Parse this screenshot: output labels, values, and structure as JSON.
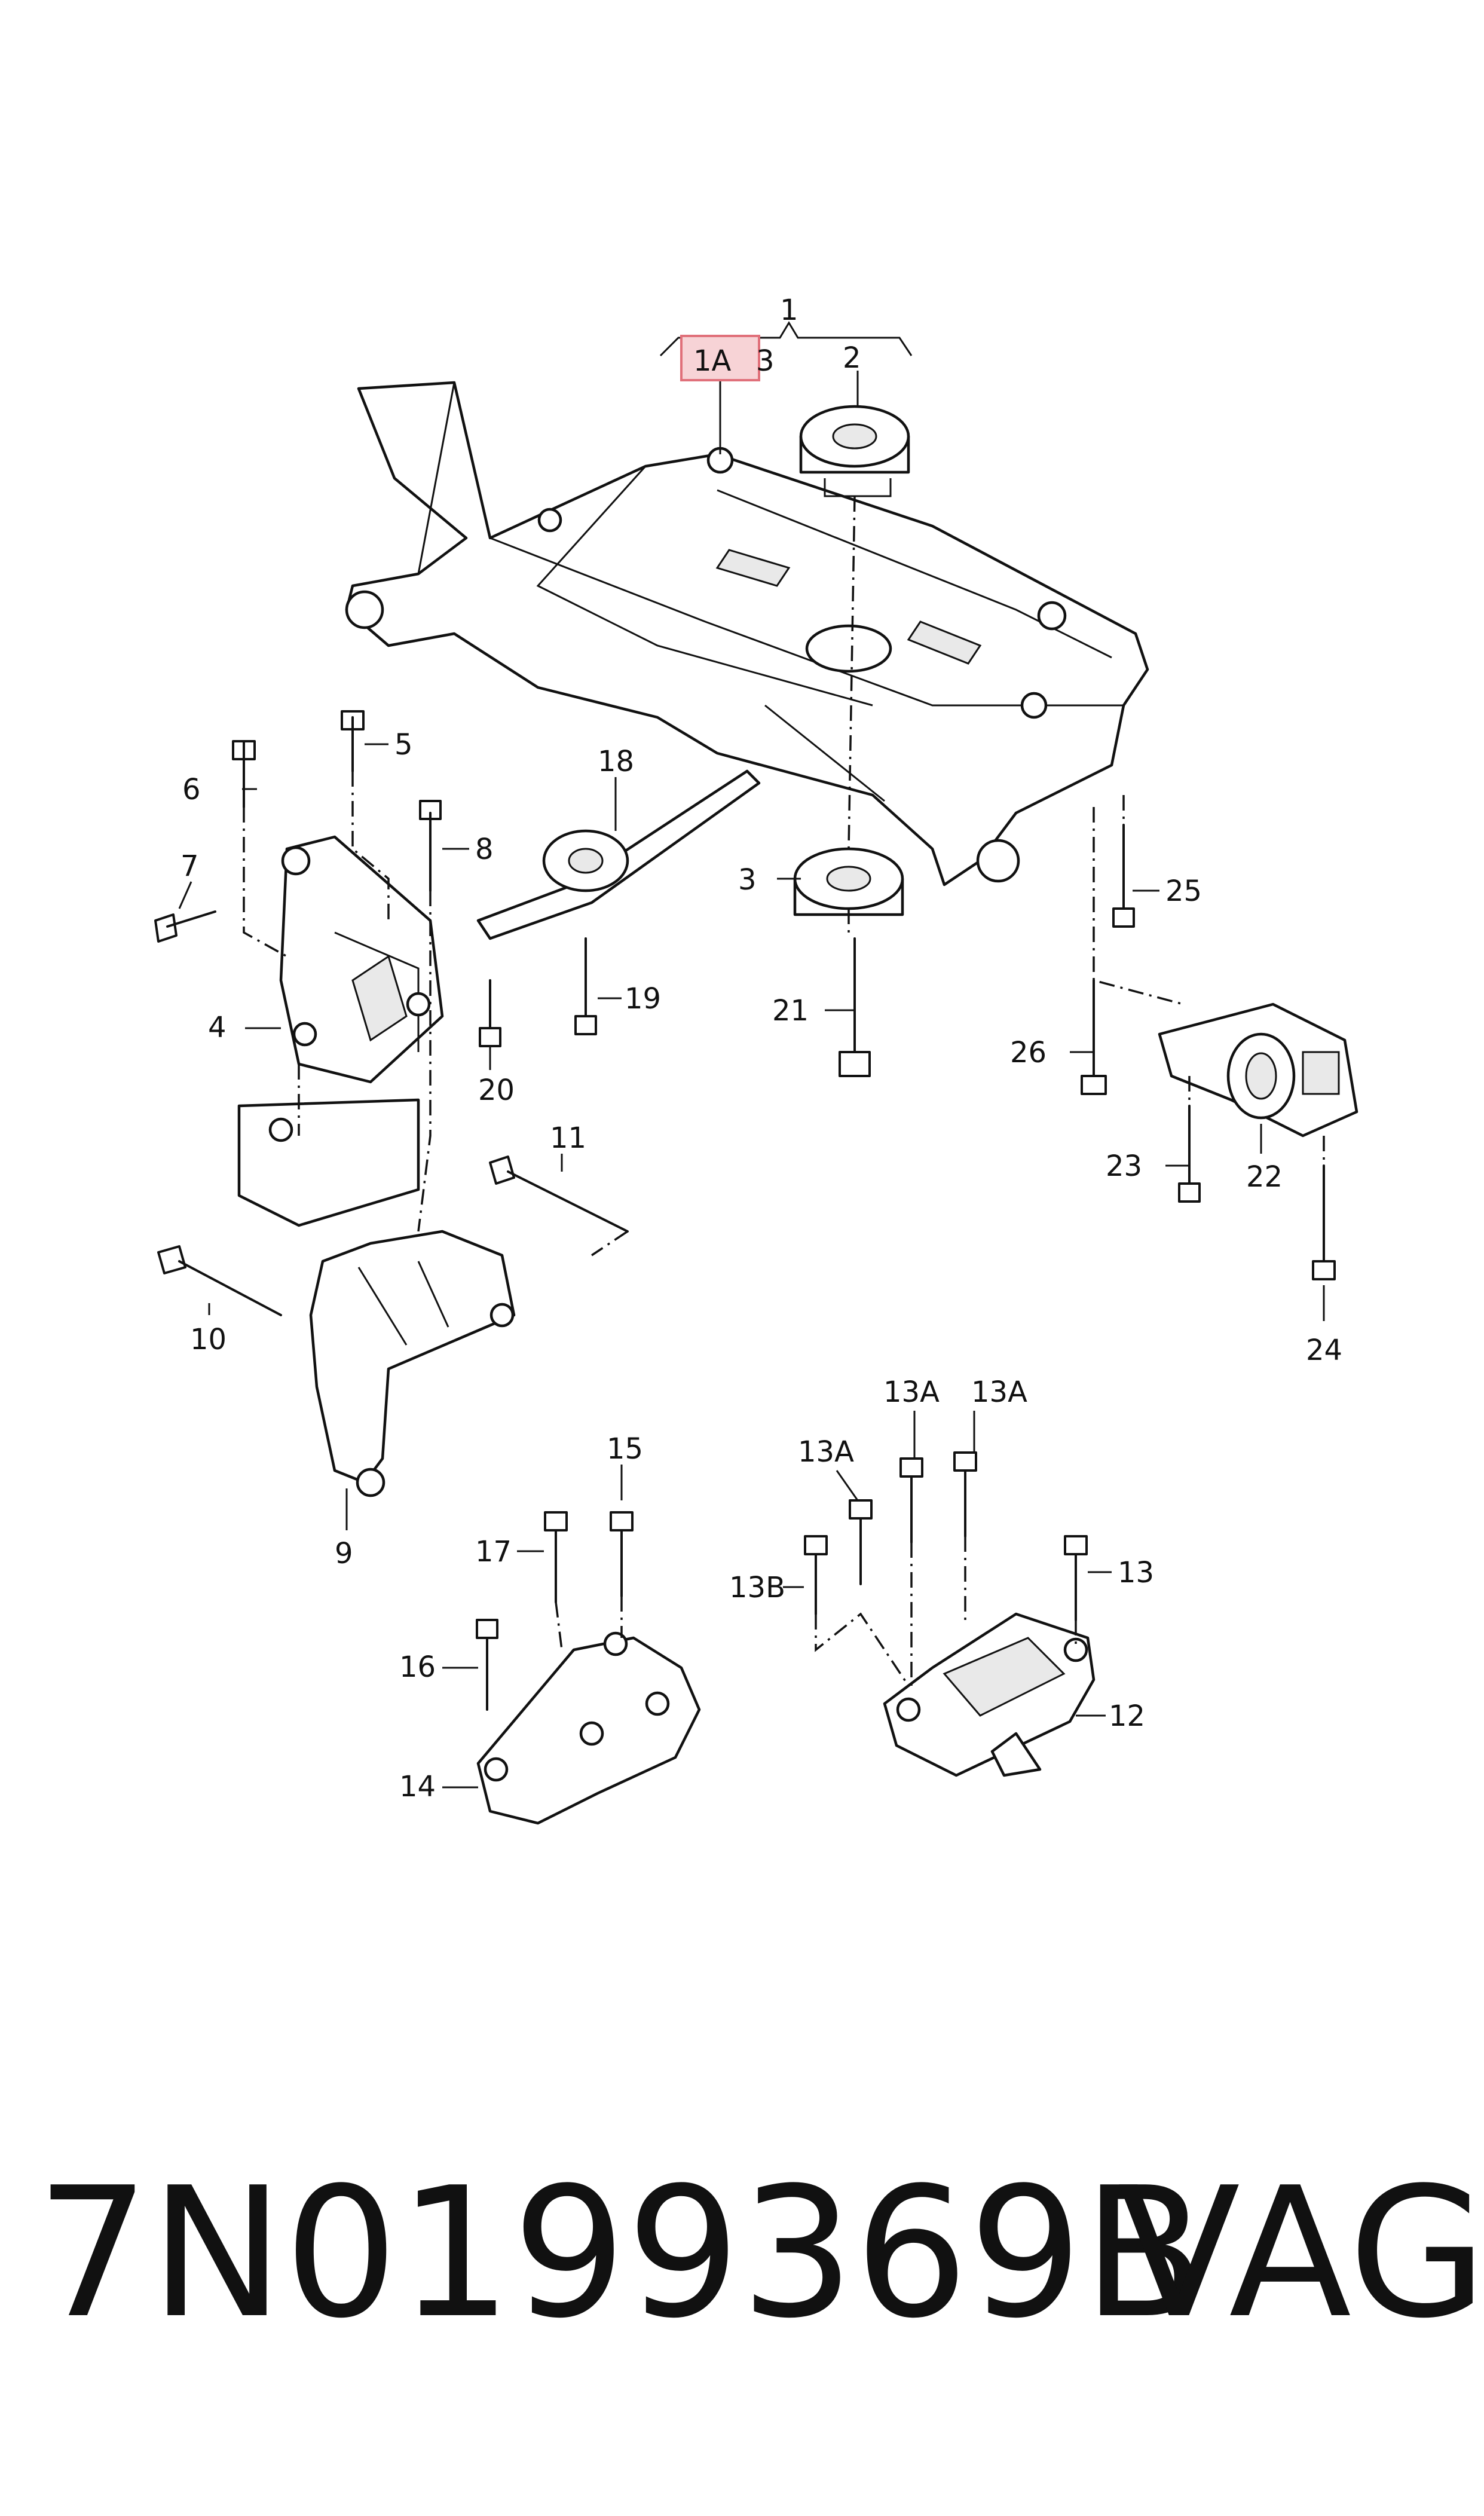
{
  "callouts": [
    "1",
    "1A",
    "2",
    "3",
    "3",
    "4",
    "5",
    "6",
    "7",
    "8",
    "9",
    "10",
    "11",
    "12",
    "13",
    "13A",
    "13A",
    "13A",
    "13B",
    "14",
    "15",
    "16",
    "17",
    "18",
    "19",
    "20",
    "21",
    "22",
    "23",
    "24",
    "25",
    "26"
  ],
  "highlight_callout": "1A",
  "highlight_color": "#f7d3d6",
  "highlight_border": "#e0707a",
  "footer": {
    "part_number": "7N0199369B",
    "brand": "VAG"
  }
}
